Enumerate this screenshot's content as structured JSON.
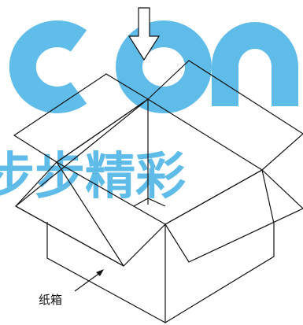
{
  "diagram": {
    "label": "纸箱"
  },
  "watermark": {
    "logo_text": "con",
    "overlay_text": "步步精彩",
    "color": "#4ab3e6"
  }
}
